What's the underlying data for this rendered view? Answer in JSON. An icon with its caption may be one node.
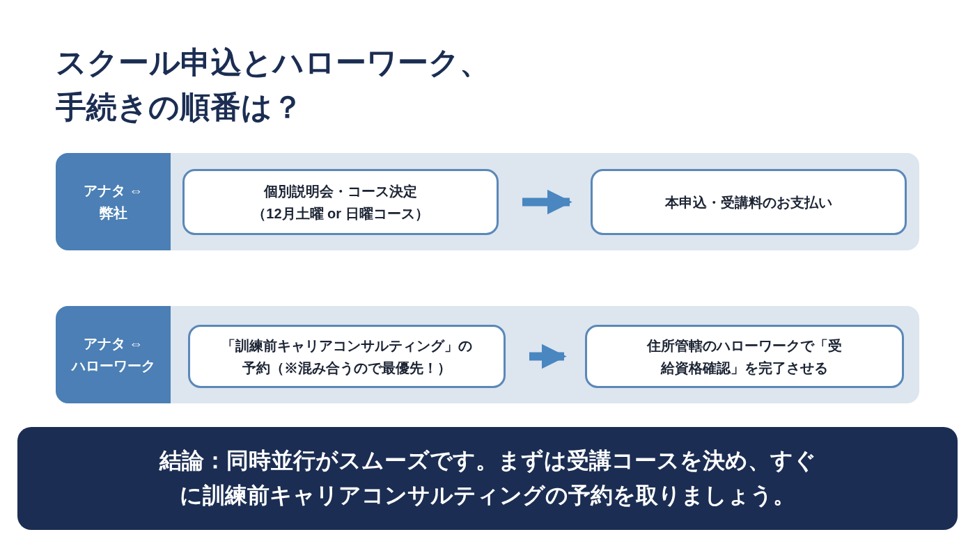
{
  "diagram": {
    "title": "スクール申込とハローワーク、手続きの順番は？",
    "nodes": [
      {
        "text": [
          "アナタ ⇔ 弊社"
        ]
      },
      {
        "text": [
          "個別説明会・コース決定（12月土曜 or 日曜コース）"
        ],
        "in": 0
      },
      {
        "text": [
          "本申込・受講料のお支払い"
        ],
        "in": 0
      },
      {
        "text": [
          "アナタ ⇔ ハローワーク"
        ]
      },
      {
        "text": [
          "「訓練前キャリアコンサルティング」の予約（※混み合うので最優先！）"
        ],
        "in": 3
      },
      {
        "text": [
          "住所管轄のハローワークで「受給資格確認」を完了させる"
        ],
        "in": 3
      },
      {
        "text": [
          "結論：同時並行がスムーズです。まずは受講コースを決め、すぐに訓練前キャリアコンサルティングの予約を取りましょう。"
        ]
      }
    ],
    "edges": [
      {
        "from": 1,
        "to": 2,
        "arrow": "to"
      },
      {
        "from": 4,
        "to": 5,
        "arrow": "to"
      }
    ]
  }
}
